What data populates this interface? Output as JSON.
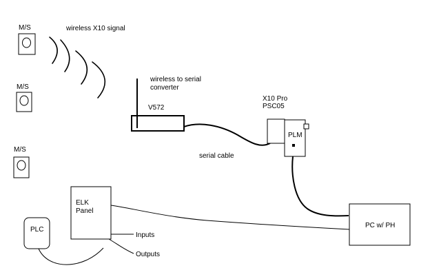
{
  "diagram": {
    "labels": {
      "wireless_signal": "wireless X10 signal",
      "motion_sensor": "M/S",
      "converter_line1": "wireless to serial",
      "converter_line2": "converter",
      "converter_model": "V572",
      "serial_cable": "serial cable",
      "x10_pro_line1": "X10 Pro",
      "x10_pro_line2": "PSC05",
      "plm": "PLM",
      "elk_line1": "ELK",
      "elk_line2": "Panel",
      "inputs": "Inputs",
      "outputs": "Outputs",
      "plc": "PLC",
      "pc": "PC w/ PH"
    },
    "colors": {
      "line": "#000000",
      "background": "#ffffff"
    }
  }
}
